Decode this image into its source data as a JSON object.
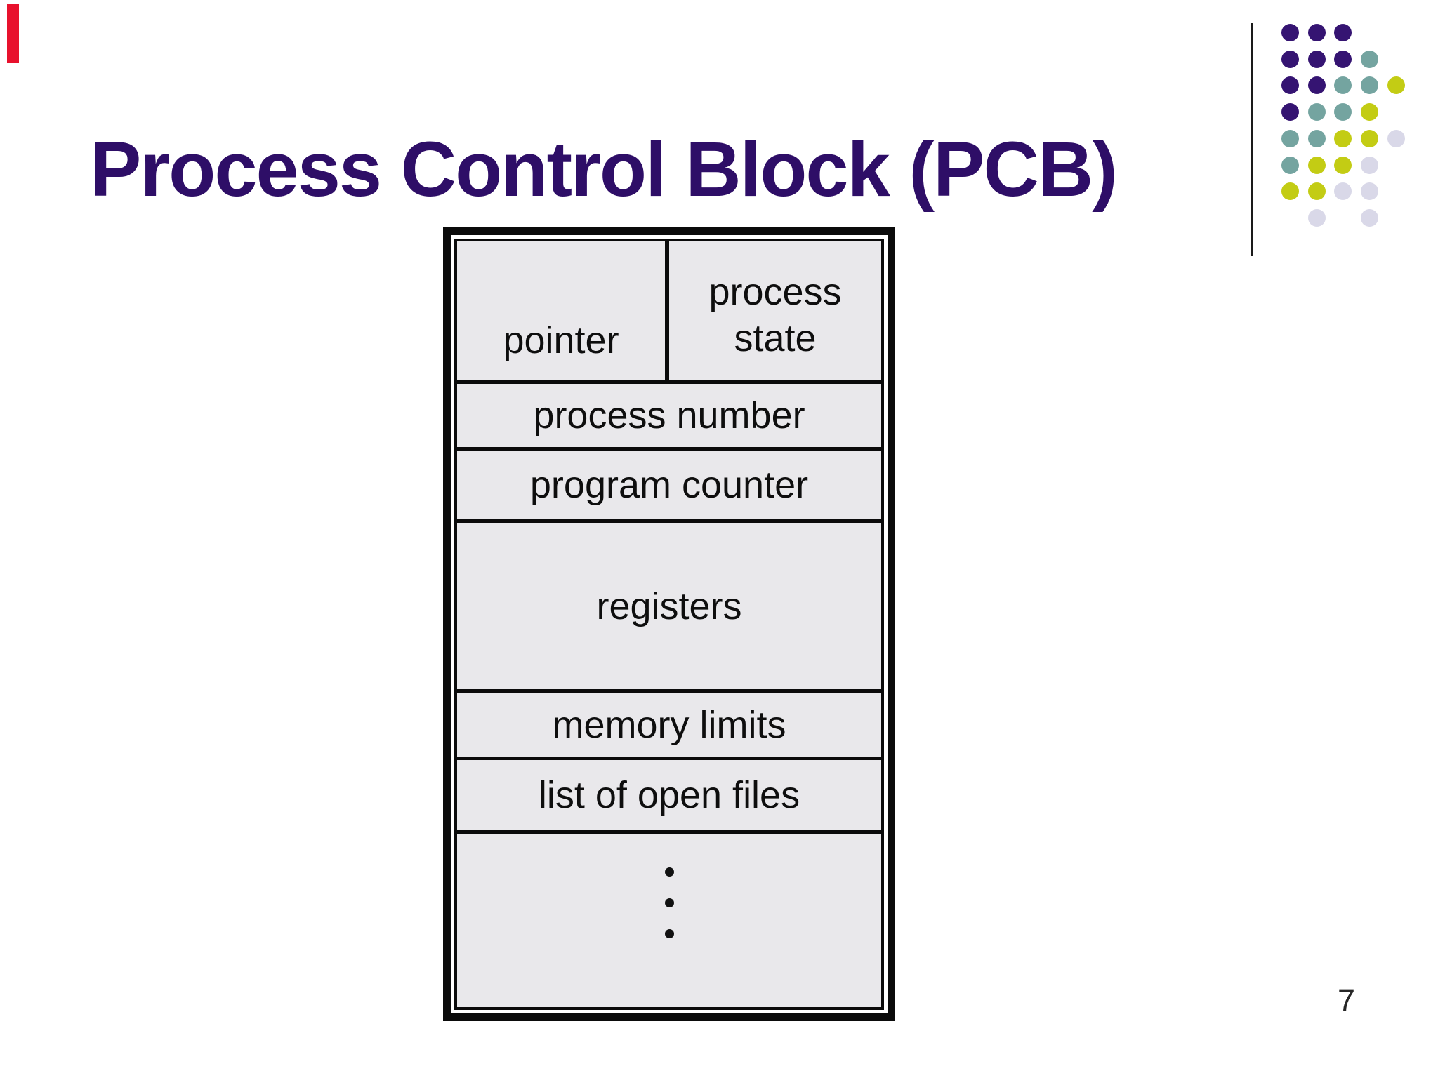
{
  "slide": {
    "title": "Process Control Block (PCB)",
    "page_number": "7"
  },
  "colors": {
    "title": "#2E0E67",
    "accent_red": "#E8112D",
    "cell_bg": "#E9E8EB",
    "diagram_border": "#0B0B0B",
    "label_text": "#0E0E0E",
    "dot_purple": "#351472",
    "dot_teal": "#74A4A0",
    "dot_yellow": "#C3CC14",
    "dot_lavender": "#D9D8E8"
  },
  "ornament": {
    "grid_pattern": [
      "PPP..",
      "PPPT.",
      "PPTTY",
      "PTTY.",
      "TTYYL",
      "TYYL.",
      "YYLL.",
      ".L.L."
    ],
    "color_keys": {
      "P": "dot_purple",
      "T": "dot_teal",
      "Y": "dot_yellow",
      "L": "dot_lavender"
    },
    "dot_size": 25,
    "dot_spacing": 37.7
  },
  "pcb_diagram": {
    "cells": {
      "pointer": "pointer",
      "process_state": "process state",
      "process_number": "process number",
      "program_counter": "program counter",
      "registers": "registers",
      "memory_limits": "memory limits",
      "list_of_open_files": "list of open files"
    },
    "ellipsis_dot_count": 3
  }
}
